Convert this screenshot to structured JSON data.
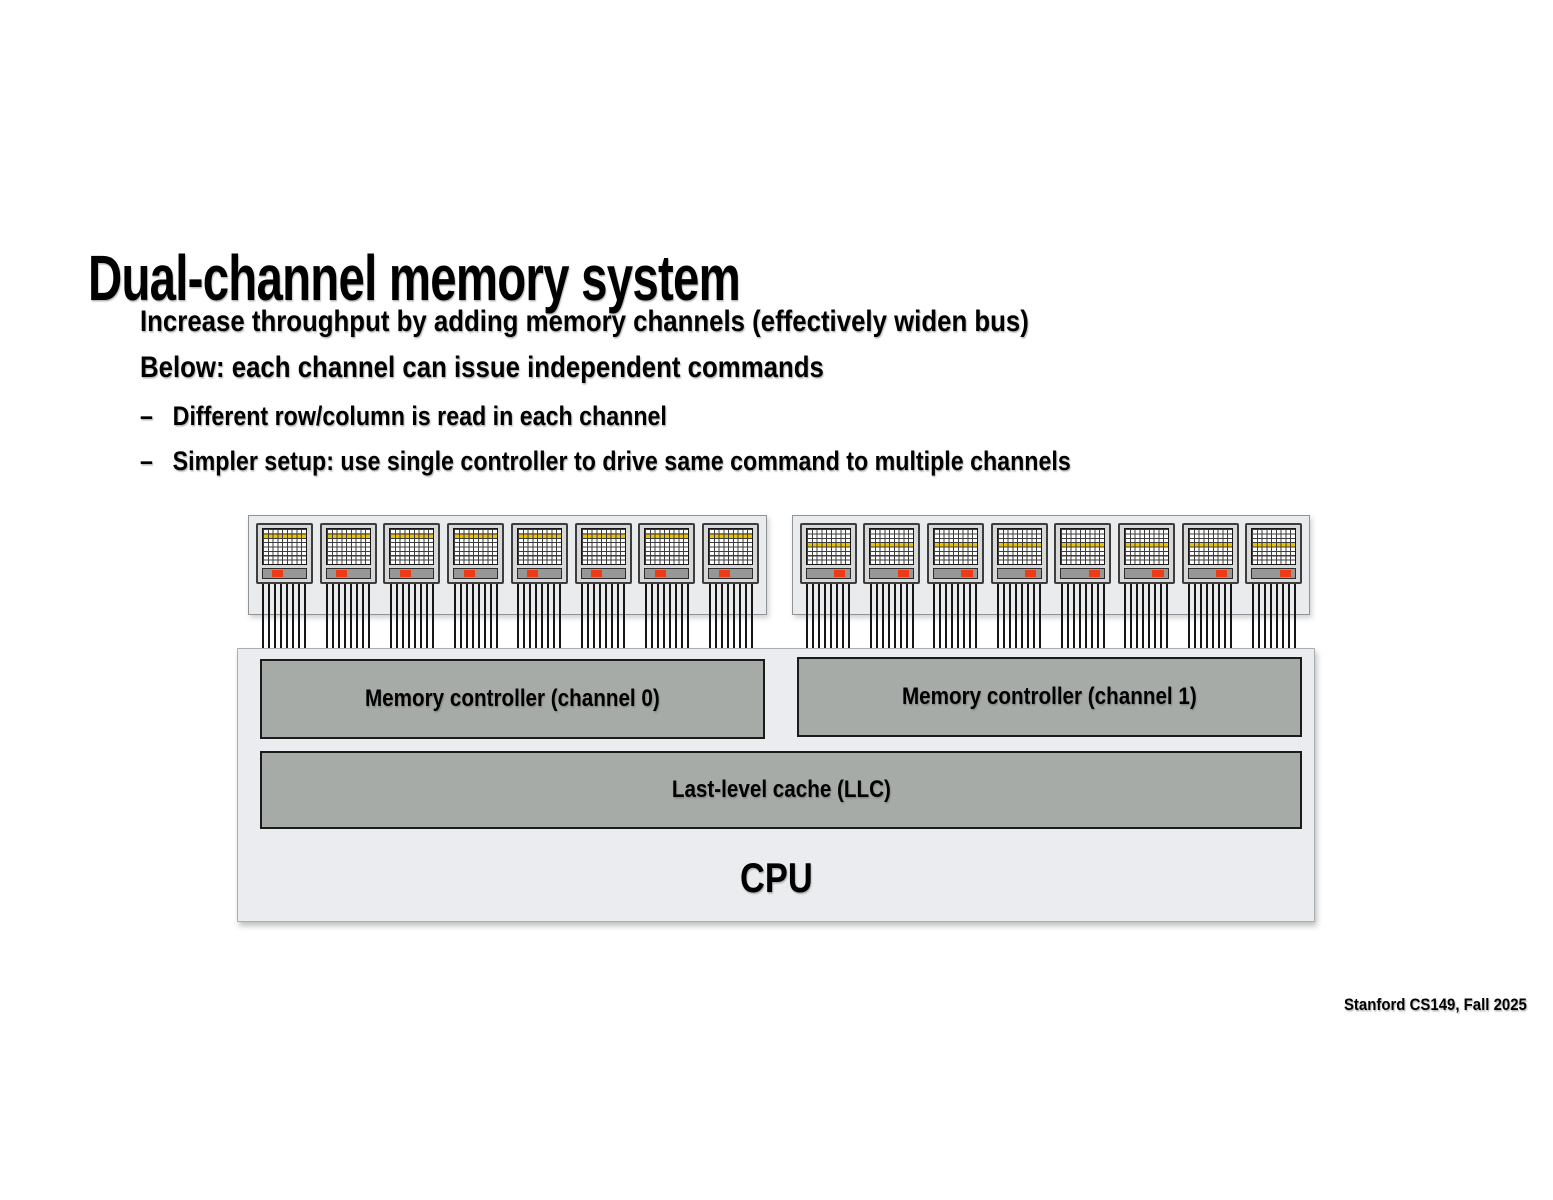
{
  "slide": {
    "title": "Dual-channel memory system",
    "intro_lines": [
      "Increase throughput by adding memory channels (effectively widen bus)",
      "Below: each channel can issue independent commands"
    ],
    "bullet_marker": "–",
    "bullets": [
      "Different row/column is read in each channel",
      "Simpler setup: use single controller to drive same command to multiple channels"
    ],
    "footer": "Stanford CS149, Fall 2025"
  },
  "diagram": {
    "channels": [
      {
        "controller_label": "Memory controller (channel 0)",
        "dimm_chip_count": 8,
        "chip_grid_cols": 9,
        "chip_grid_rows": 8,
        "active_row_index": 1,
        "row_buffer_read_offset": "22%",
        "wires_per_chip": 8
      },
      {
        "controller_label": "Memory controller (channel 1)",
        "dimm_chip_count": 8,
        "chip_grid_cols": 9,
        "chip_grid_rows": 8,
        "active_row_index": 3,
        "row_buffer_read_offset": "64%",
        "wires_per_chip": 8
      }
    ],
    "llc_label": "Last-level cache (LLC)",
    "cpu_label": "CPU",
    "colors": {
      "active_row": "#eac206",
      "row_buffer_read": "#ee3a17",
      "controller_fill": "#a7aba8",
      "dimm_fill": "#e9ebec",
      "cpu_fill": "#eaecef"
    }
  }
}
